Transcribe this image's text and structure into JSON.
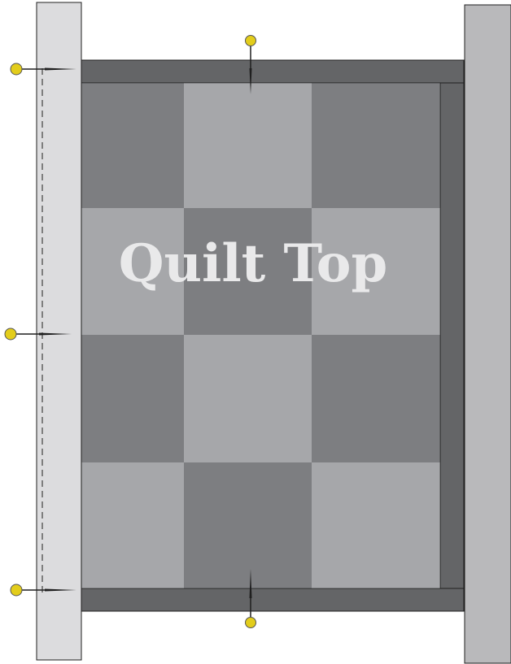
{
  "diagram": {
    "title": "Quilt Top",
    "colors": {
      "background": "#ffffff",
      "border_strip": "#646567",
      "block_dark": "#7d7e81",
      "block_light": "#a6a7aa",
      "left_strip": "#dcdcde",
      "right_strip": "#b9b9bb",
      "outline": "#1f1f1f",
      "title_text": "#e9e9ea",
      "pin_head": "#e3cd1b",
      "pin_head_stroke": "#555555"
    },
    "grid": {
      "rows": 4,
      "cols": 3,
      "pattern": [
        [
          "dark",
          "light",
          "dark"
        ],
        [
          "light",
          "dark",
          "light"
        ],
        [
          "dark",
          "light",
          "dark"
        ],
        [
          "light",
          "dark",
          "light"
        ]
      ]
    },
    "pins": [
      {
        "name": "pin-top-center",
        "icon": "pin-icon",
        "orientation": "vertical-down"
      },
      {
        "name": "pin-bottom-center",
        "icon": "pin-icon",
        "orientation": "vertical-up"
      },
      {
        "name": "pin-left-top",
        "icon": "pin-icon",
        "orientation": "horizontal"
      },
      {
        "name": "pin-left-middle",
        "icon": "pin-icon",
        "orientation": "horizontal"
      },
      {
        "name": "pin-left-bottom",
        "icon": "pin-icon",
        "orientation": "horizontal"
      }
    ],
    "stitch_line": "dashed"
  }
}
